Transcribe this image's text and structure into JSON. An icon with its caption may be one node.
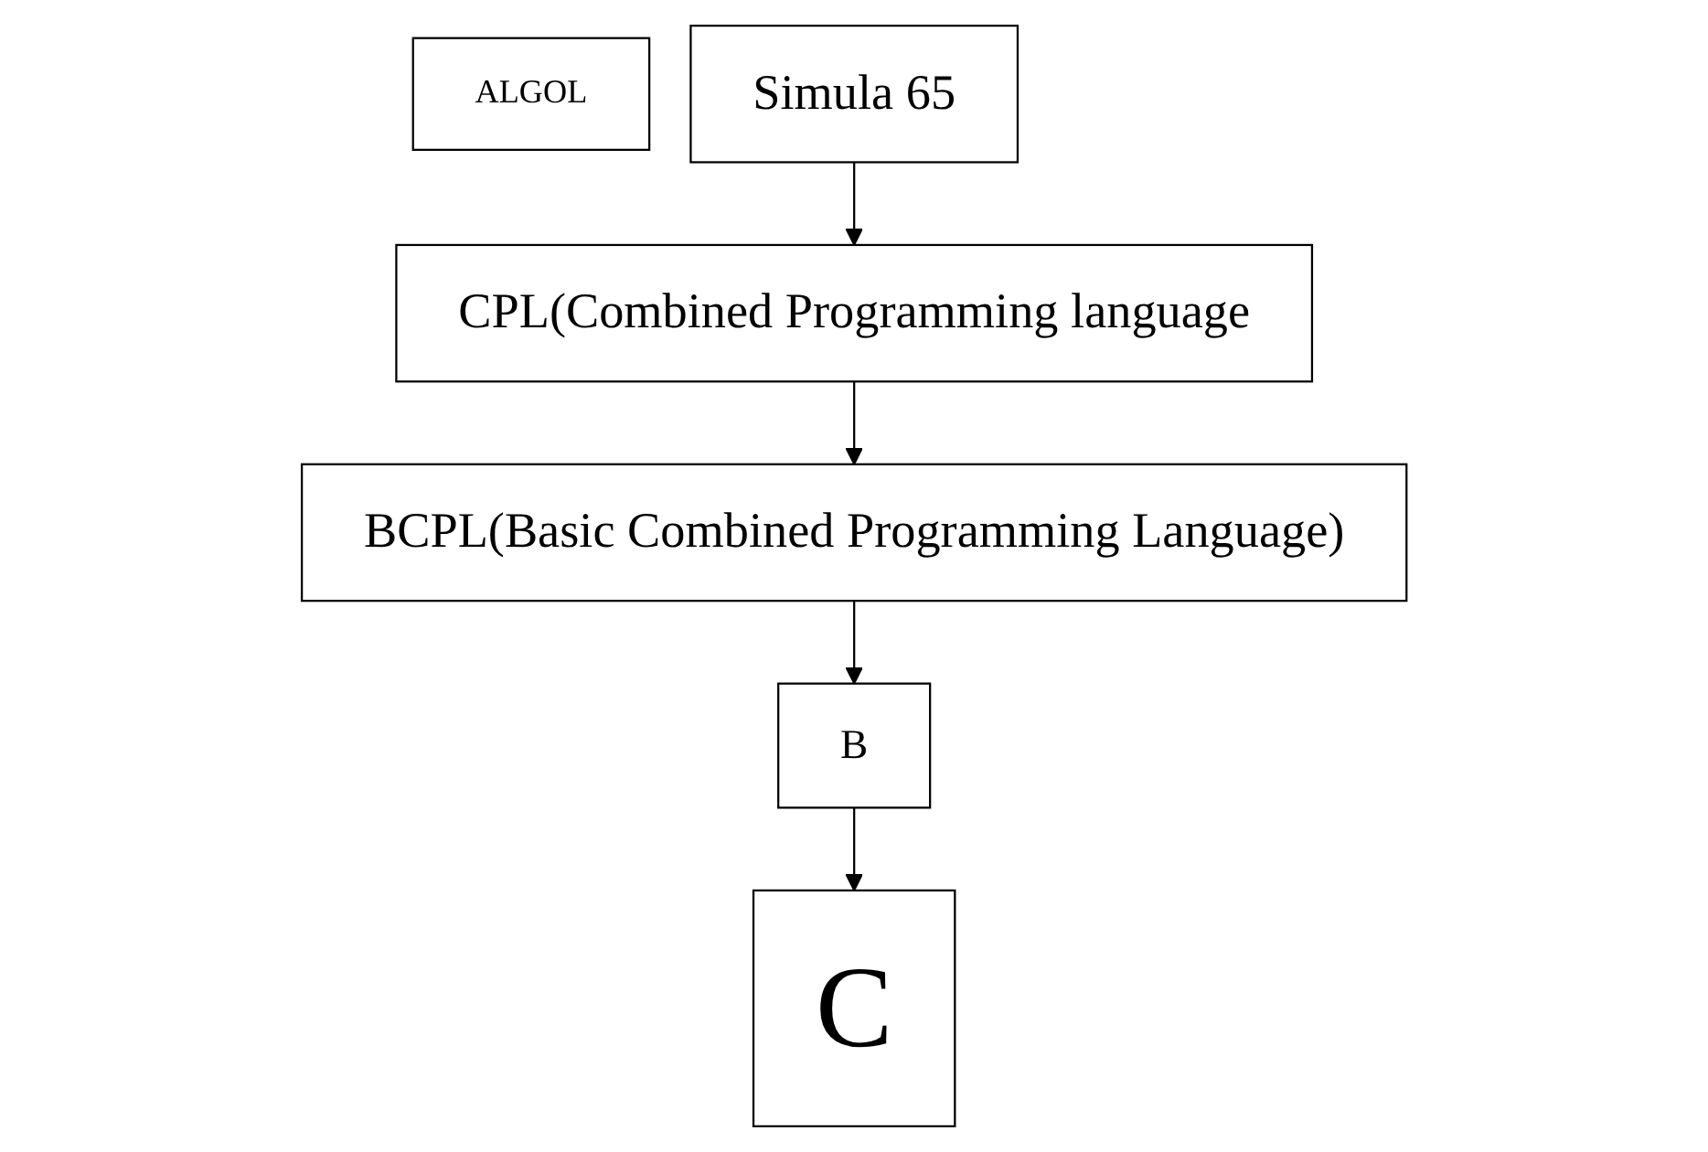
{
  "diagram": {
    "nodes": [
      {
        "text": [
          "ALGOL"
        ]
      },
      {
        "text": [
          "Simula 65"
        ]
      },
      {
        "text": [
          "CPL(Combined Programming language"
        ]
      },
      {
        "text": [
          "BCPL(Basic Combined Programming Language)"
        ]
      },
      {
        "text": [
          "B"
        ]
      },
      {
        "text": [
          "C"
        ]
      }
    ],
    "edges": [
      {
        "from": 1,
        "to": 2,
        "arrow": "to"
      },
      {
        "from": 2,
        "to": 3,
        "arrow": "to"
      },
      {
        "from": 3,
        "to": 4,
        "arrow": "to"
      },
      {
        "from": 4,
        "to": 5,
        "arrow": "to"
      }
    ]
  }
}
